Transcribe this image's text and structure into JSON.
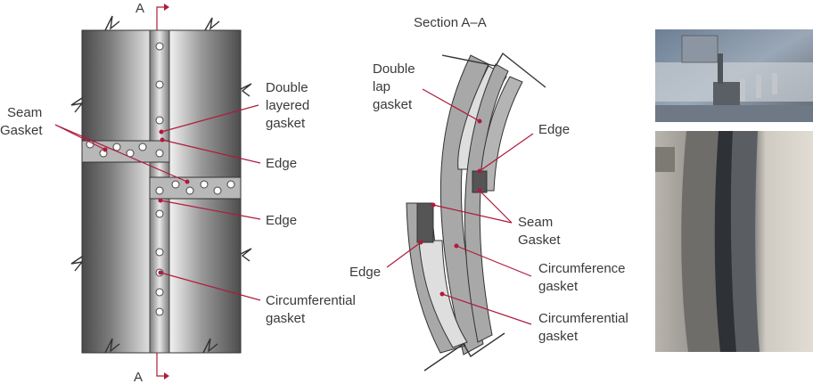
{
  "colors": {
    "leader": "#b01a3b",
    "text": "#3a3a3a",
    "outline": "#333333"
  },
  "plan_view": {
    "section_mark_top": "A",
    "section_mark_bottom": "A",
    "labels": {
      "seam_gasket": [
        "Seam",
        "Gasket"
      ],
      "double_layered_gasket": [
        "Double",
        "layered",
        "gasket"
      ],
      "edge_upper": "Edge",
      "edge_lower": "Edge",
      "circumferential_gasket": [
        "Circumferential",
        "gasket"
      ]
    }
  },
  "section_view": {
    "title": "Section  A–A",
    "labels": {
      "double_lap_gasket": [
        "Double",
        "lap",
        "gasket"
      ],
      "edge_right": "Edge",
      "seam_gasket": [
        "Seam",
        "Gasket"
      ],
      "edge_left": "Edge",
      "circumference_gasket": [
        "Circumference",
        "gasket"
      ],
      "circumferential_gasket": [
        "Circumferential",
        "gasket"
      ]
    }
  },
  "photos": {
    "top": "photo-bolted-clamp",
    "bottom": "photo-gasket-closeup"
  }
}
